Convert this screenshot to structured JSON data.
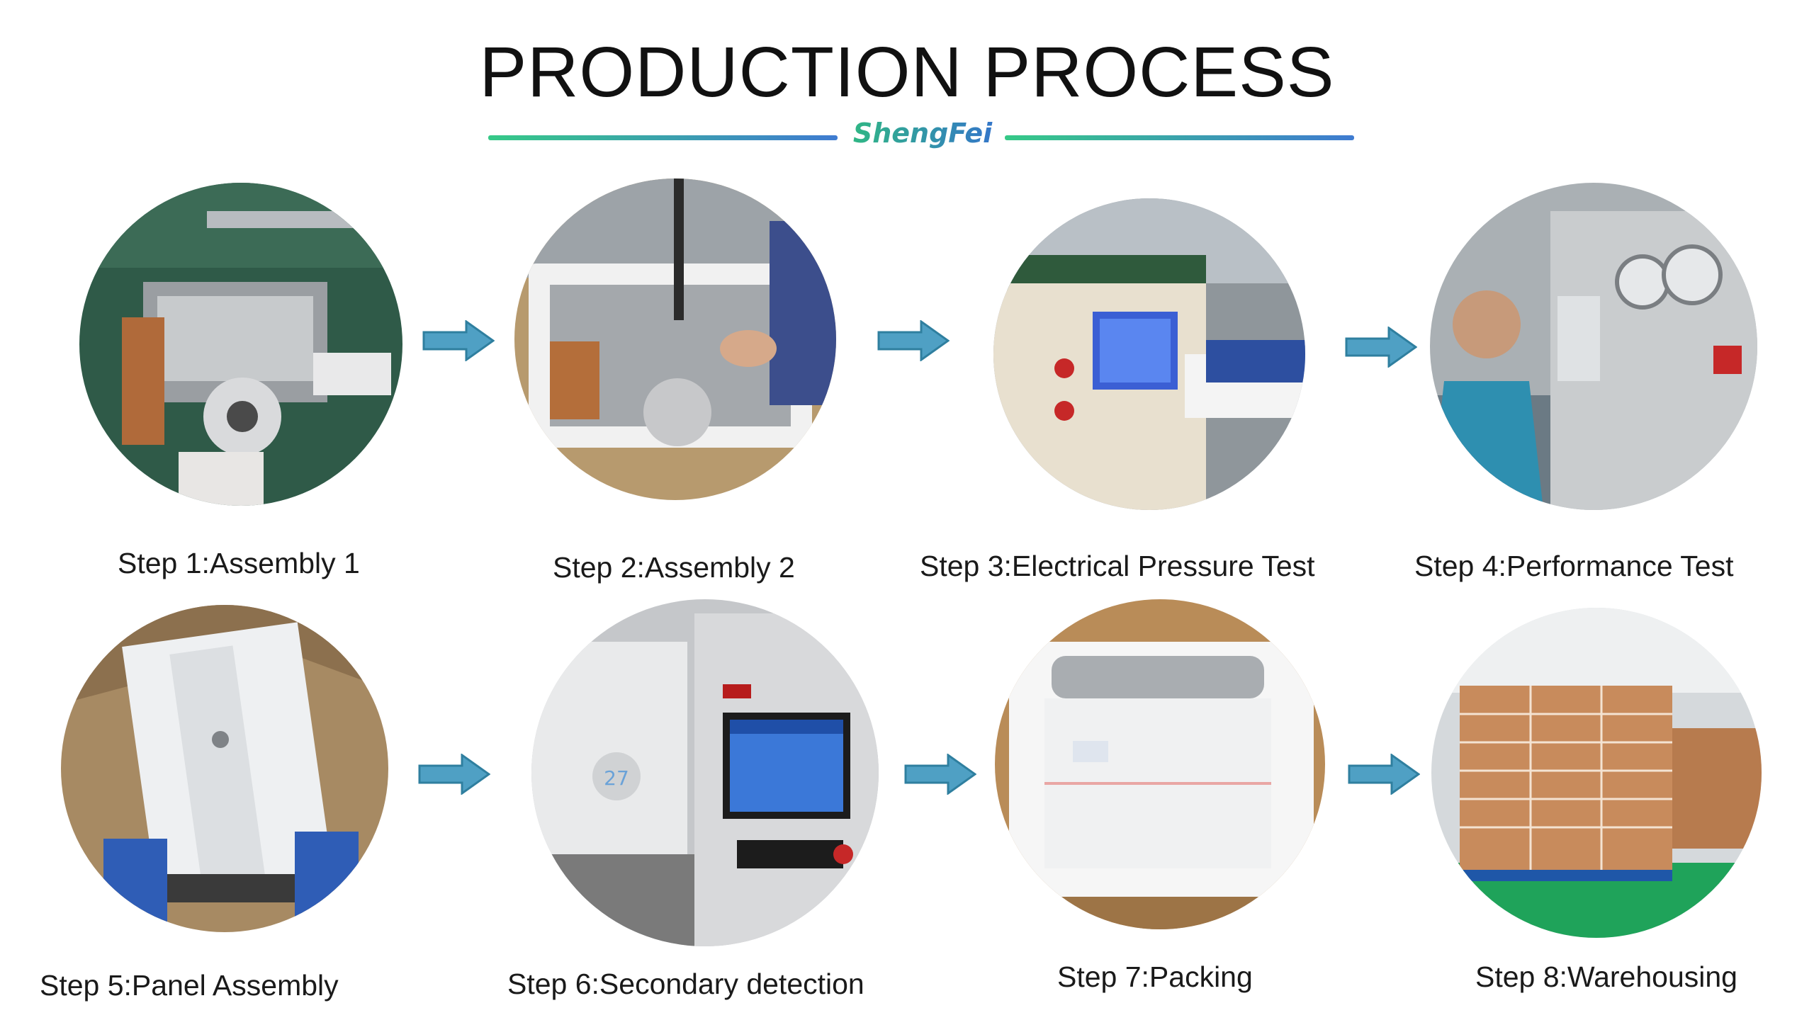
{
  "header": {
    "title": "PRODUCTION PROCESS",
    "brand": "ShengFei"
  },
  "colors": {
    "rule_gradient_start": "#36c987",
    "rule_gradient_end": "#3f7bd1",
    "arrow_fill": "#4fa0c4",
    "arrow_stroke": "#2f7f9f"
  },
  "steps": [
    {
      "label": "Step 1:Assembly 1",
      "photo": "assembly-line-heater-photo"
    },
    {
      "label": "Step 2:Assembly 2",
      "photo": "screwdriver-assembly-photo"
    },
    {
      "label": "Step 3:Electrical Pressure Test",
      "photo": "test-instrument-photo"
    },
    {
      "label": "Step 4:Performance Test",
      "photo": "performance-test-station-photo"
    },
    {
      "label": "Step 5:Panel Assembly",
      "photo": "white-panel-photo"
    },
    {
      "label": "Step 6:Secondary detection",
      "photo": "intelligence-testing-system-photo"
    },
    {
      "label": "Step 7:Packing",
      "photo": "packed-box-photo"
    },
    {
      "label": "Step 8:Warehousing",
      "photo": "warehouse-pallets-photo"
    }
  ]
}
